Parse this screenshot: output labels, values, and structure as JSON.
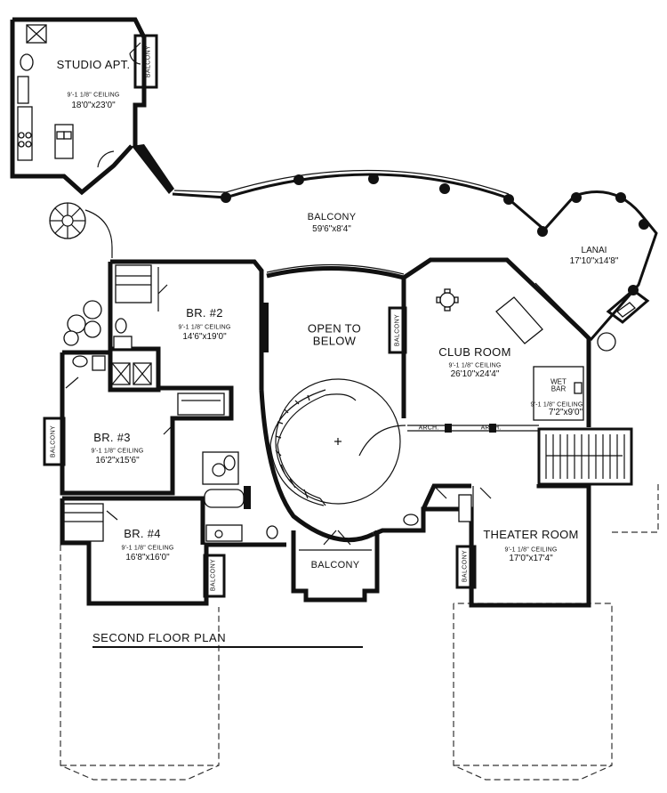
{
  "plan_title": "SECOND FLOOR PLAN",
  "rooms": {
    "studio": {
      "name": "STUDIO APT.",
      "ceiling": "9'-1 1/8\" CEILING",
      "size": "18'0\"x23'0\""
    },
    "balcony_main": {
      "name": "BALCONY",
      "size": "59'6\"x8'4\""
    },
    "lanai": {
      "name": "LANAI",
      "size": "17'10\"x14'8\""
    },
    "br2": {
      "name": "BR. #2",
      "ceiling": "9'-1 1/8\" CEILING",
      "size": "14'6\"x19'0\""
    },
    "open_below": {
      "name": "OPEN TO BELOW"
    },
    "club": {
      "name": "CLUB ROOM",
      "ceiling": "9'-1 1/8\" CEILING",
      "size": "26'10\"x24'4\""
    },
    "wet_bar": {
      "name": "WET BAR",
      "ceiling": "9'-1 1/8\" CEILING",
      "size": "7'2\"x9'0\""
    },
    "br3": {
      "name": "BR. #3",
      "ceiling": "9'-1 1/8\" CEILING",
      "size": "16'2\"x15'6\""
    },
    "br4": {
      "name": "BR. #4",
      "ceiling": "9'-1 1/8\" CEILING",
      "size": "16'8\"x16'0\""
    },
    "theater": {
      "name": "THEATER ROOM",
      "ceiling": "9'-1 1/8\" CEILING",
      "size": "17'0\"x17'4\""
    },
    "balcony_front": {
      "name": "BALCONY"
    }
  },
  "small_labels": {
    "balcony": "BALCONY",
    "arch": "ARCH."
  }
}
